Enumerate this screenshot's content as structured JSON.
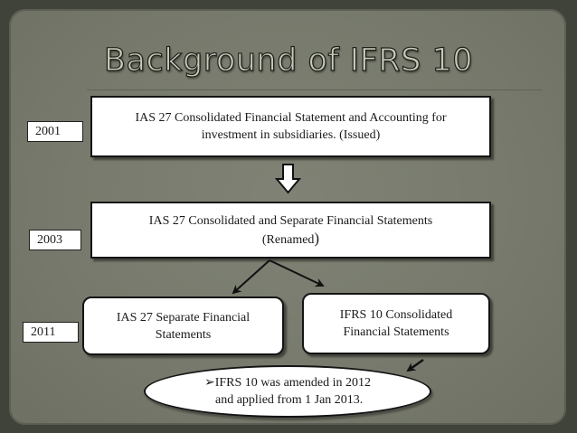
{
  "title": "Background of IFRS 10",
  "years": {
    "y2001": "2001",
    "y2003": "2003",
    "y2011": "2011"
  },
  "boxes": {
    "box2001": {
      "line1": "IAS 27 Consolidated Financial Statement and Accounting for",
      "line2": "investment in subsidiaries. (Issued)"
    },
    "box2003": {
      "line1": "IAS 27 Consolidated and Separate Financial Statements",
      "line2": "(Renamed",
      "paren": ")"
    },
    "separate": {
      "line1": "IAS 27 Separate Financial",
      "line2": "Statements"
    },
    "ifrs10": {
      "line1": "IFRS 10 Consolidated",
      "line2": "Financial Statements"
    }
  },
  "note": {
    "bullet": "➢",
    "line1": "IFRS 10 was amended in 2012",
    "line2": "and applied from 1 Jan 2013."
  },
  "colors": {
    "panel": "#7a7d6f",
    "border": "#3f433a",
    "title": "#c7cab9"
  }
}
